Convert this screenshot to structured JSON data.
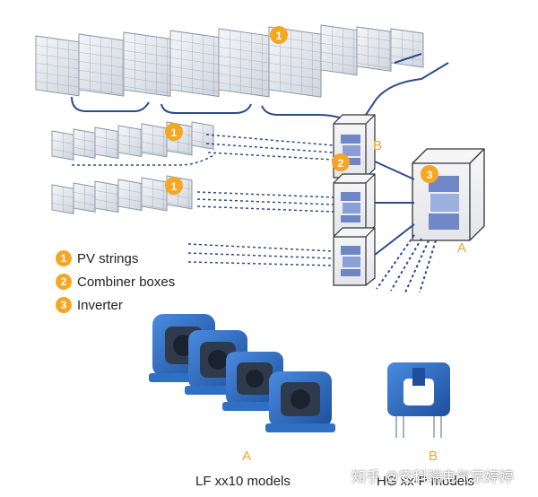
{
  "legend": [
    {
      "num": "1",
      "text": "PV strings"
    },
    {
      "num": "2",
      "text": "Combiner boxes"
    },
    {
      "num": "3",
      "text": "Inverter"
    }
  ],
  "badges": {
    "pv": "1",
    "combiner": "2",
    "inverter": "3"
  },
  "letters": {
    "combiner_b": "B",
    "inverter_a": "A",
    "product_a": "A",
    "product_b": "B"
  },
  "products": {
    "lf_label": "LF xx10 models",
    "hg_label": "HG xx-P models"
  },
  "watermark": "知乎 @安科瑞电气宗婷婷",
  "colors": {
    "accent": "#f5a623",
    "wire": "#2c4b8c",
    "sensor": "#2f6fc4"
  }
}
